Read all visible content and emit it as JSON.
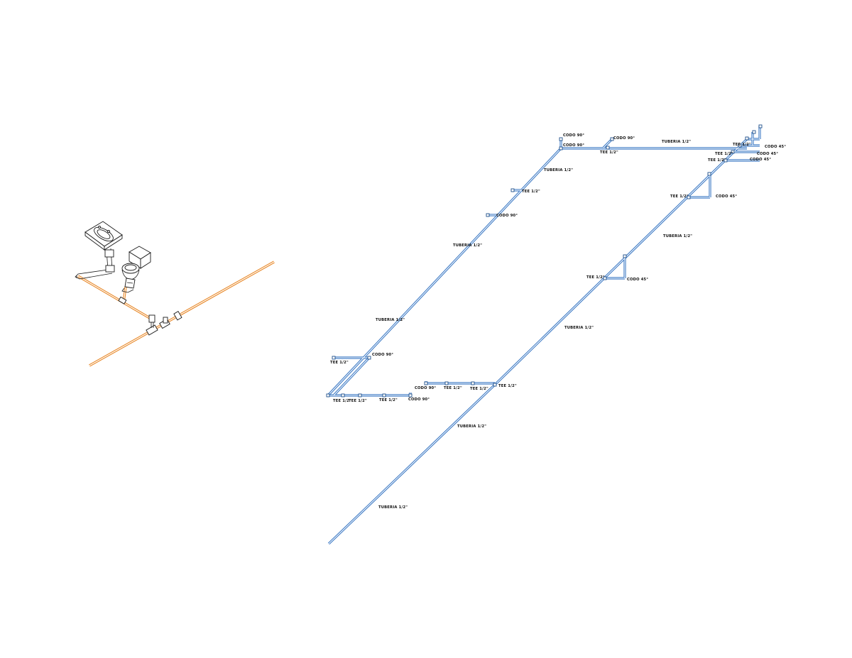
{
  "colors": {
    "supply_pipe": "#3a78c4",
    "drain_pipe": "#e8892a",
    "fixture_line": "#1a1a1a",
    "background": "#ffffff"
  },
  "labels": {
    "codo_90": "CODO 90°",
    "codo_45": "CODO 45°",
    "tee_12": "TEE 1/2\"",
    "tuberia_12": "TUBERIA 1/2\""
  },
  "fixtures": [
    "lavatory-sink",
    "toilet"
  ]
}
